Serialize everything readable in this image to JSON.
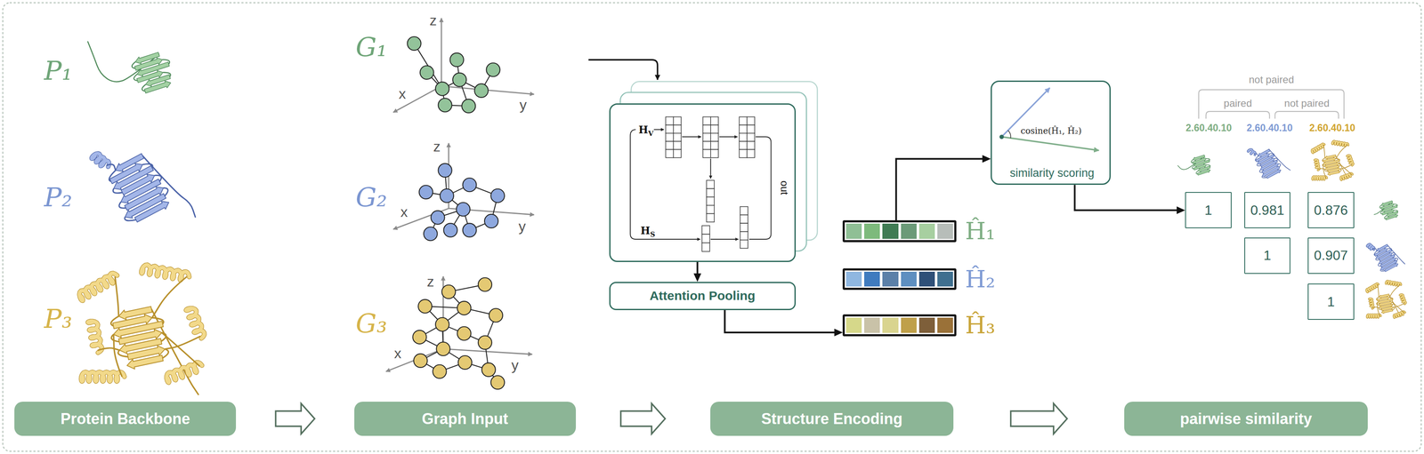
{
  "diagram": {
    "nodes": [
      {
        "text": [
          "HV",
          "HS",
          "out"
        ]
      },
      {
        "text": [
          "Attention Pooling"
        ]
      },
      {
        "text": [
          "Ĥ₁"
        ]
      },
      {
        "text": [
          "Ĥ₂"
        ]
      },
      {
        "text": [
          "Ĥ₃"
        ]
      },
      {
        "text": [
          "cosine(Ĥ₁, Ĥ₂)",
          "similarity scoring"
        ]
      },
      {
        "text": [
          "1"
        ]
      },
      {
        "text": [
          "0.981"
        ]
      },
      {
        "text": [
          "0.876"
        ]
      },
      {
        "text": [
          "1"
        ]
      },
      {
        "text": [
          "0.907"
        ]
      },
      {
        "text": [
          "1"
        ]
      },
      {
        "text": [
          "Protein Backbone"
        ]
      },
      {
        "text": [
          "Graph Input"
        ]
      },
      {
        "text": [
          "Structure Encoding"
        ]
      },
      {
        "text": [
          "pairwise similarity"
        ]
      }
    ],
    "edges": [
      {
        "from": 0,
        "to": 1,
        "arrow": "to"
      },
      {
        "from": 1,
        "to": 4,
        "arrow": "to"
      },
      {
        "from": 2,
        "to": 5,
        "arrow": "to"
      },
      {
        "from": 5,
        "to": 6,
        "arrow": "to"
      },
      {
        "from": 12,
        "to": 13,
        "arrow": "to"
      },
      {
        "from": 13,
        "to": 14,
        "arrow": "to"
      },
      {
        "from": 14,
        "to": 15,
        "arrow": "to"
      }
    ],
    "labels": [
      "P₁",
      "P₂",
      "P₃",
      "G₁",
      "G₂",
      "G₃",
      "z",
      "x",
      "y",
      "z",
      "x",
      "y",
      "z",
      "x",
      "y",
      "not paired",
      "paired",
      "not paired",
      "2.60.40.10",
      "2.60.40.10",
      "2.60.40.10"
    ]
  }
}
